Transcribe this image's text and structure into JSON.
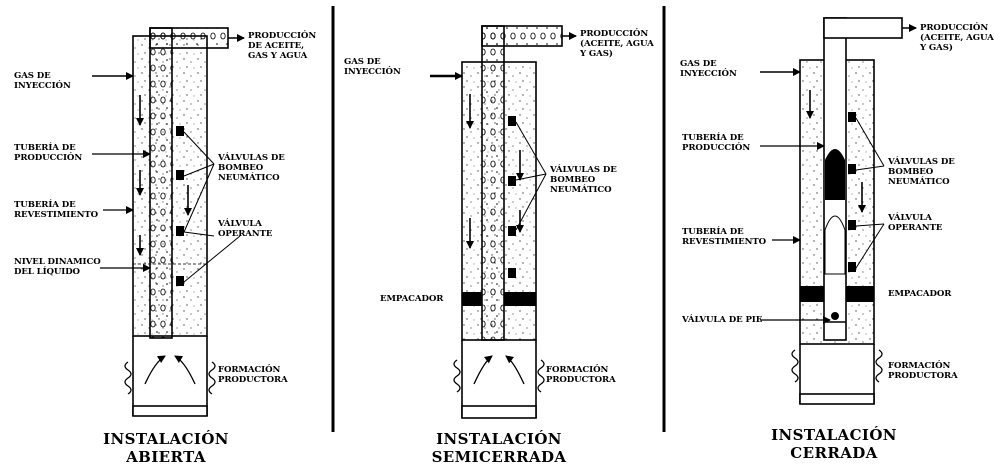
{
  "panels": [
    {
      "id": "abierta",
      "caption": [
        "INSTALACIÓN",
        "ABIERTA"
      ],
      "labels": {
        "produccion": [
          "PRODUCCIÓN",
          "DE ACEITE,",
          "GAS Y AGUA"
        ],
        "gas": [
          "GAS DE",
          "INYECCIÓN"
        ],
        "tuberia_produccion": [
          "TUBERÍA DE",
          "PRODUCCIÓN"
        ],
        "tuberia_revestimiento": [
          "TUBERÍA DE",
          "REVESTIMIENTO"
        ],
        "nivel": [
          "NIVEL DINAMICO",
          "DEL LÍQUIDO"
        ],
        "valvulas": [
          "VÁLVULAS DE",
          "BOMBEO",
          "NEUMÁTICO"
        ],
        "valvula_operante": [
          "VÁLVULA",
          "OPERANTE"
        ],
        "formacion": [
          "FORMACIÓN",
          "PRODUCTORA"
        ]
      }
    },
    {
      "id": "semicerrada",
      "caption": [
        "INSTALACIÓN",
        "SEMICERRADA"
      ],
      "labels": {
        "produccion": [
          "PRODUCCIÓN",
          "(ACEITE, AGUA",
          "Y GAS)"
        ],
        "gas": [
          "GAS DE",
          "INYECCIÓN"
        ],
        "valvulas": [
          "VÁLVULAS DE",
          "BOMBEO",
          "NEUMÁTICO"
        ],
        "empacador": [
          "EMPACADOR"
        ],
        "formacion": [
          "FORMACIÓN",
          "PRODUCTORA"
        ]
      }
    },
    {
      "id": "cerrada",
      "caption": [
        "INSTALACIÓN",
        "CERRADA"
      ],
      "labels": {
        "produccion": [
          "PRODUCCIÓN",
          "(ACEITE, AGUA",
          "Y GAS)"
        ],
        "gas": [
          "GAS DE",
          "INYECCIÓN"
        ],
        "tuberia_produccion": [
          "TUBERÍA DE",
          "PRODUCCIÓN"
        ],
        "tuberia_revestimiento": [
          "TUBERÍA DE",
          "REVESTIMIENTO"
        ],
        "valvula_pie": [
          "VÁLVULA DE PIE"
        ],
        "valvulas": [
          "VÁLVULAS DE",
          "BOMBEO",
          "NEUMÁTICO"
        ],
        "valvula_operante": [
          "VÁLVULA",
          "OPERANTE"
        ],
        "empacador": [
          "EMPACADOR"
        ],
        "formacion": [
          "FORMACIÓN",
          "PRODUCTORA"
        ]
      }
    }
  ]
}
